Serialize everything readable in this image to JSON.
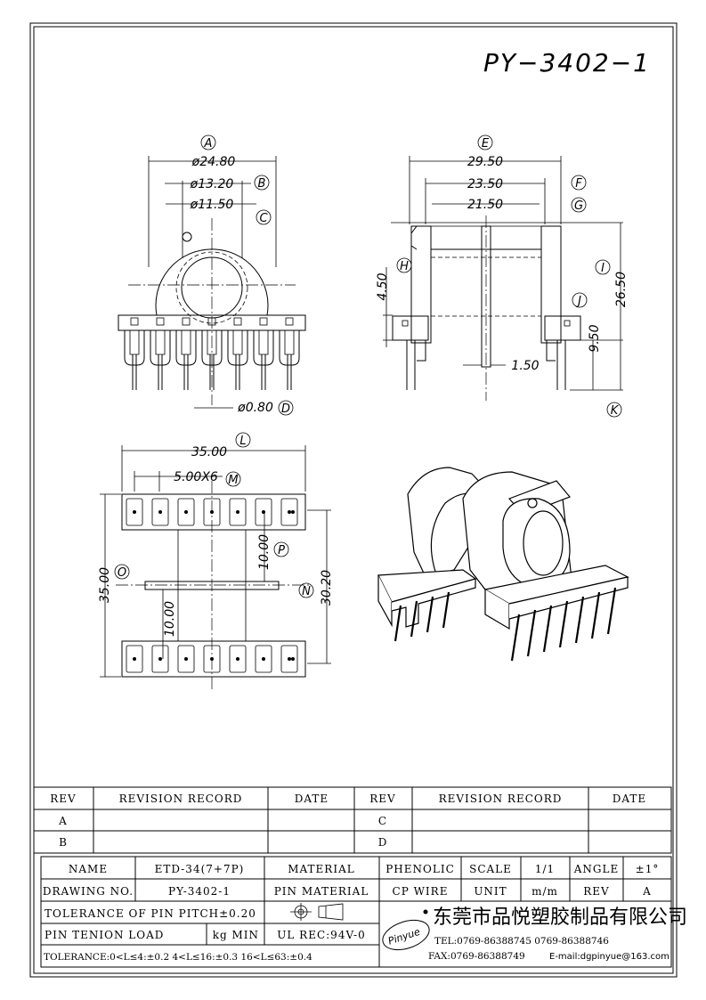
{
  "drawing": {
    "part_number": "PY−3402−1"
  },
  "dimensions": {
    "A": {
      "label": "A",
      "value": "ø24.80"
    },
    "B": {
      "label": "B",
      "value": "ø13.20"
    },
    "C": {
      "label": "C",
      "value": "ø11.50"
    },
    "D": {
      "label": "D",
      "value": "ø0.80"
    },
    "E": {
      "label": "E",
      "value": "29.50"
    },
    "F": {
      "label": "F",
      "value": "23.50"
    },
    "G": {
      "label": "G",
      "value": "21.50"
    },
    "H": {
      "label": "H",
      "value": "4.50"
    },
    "I": {
      "label": "I",
      "value": "26.50"
    },
    "J": {
      "label": "J",
      "value": "1.50"
    },
    "K": {
      "label": "K",
      "value": "9.50"
    },
    "L": {
      "label": "L",
      "value": "35.00"
    },
    "M": {
      "label": "M",
      "value": "5.00X6"
    },
    "N": {
      "label": "N",
      "value": "30.20"
    },
    "O": {
      "label": "O",
      "value": "35.00"
    },
    "P": {
      "label": "P",
      "value": "10.00"
    },
    "Q": {
      "value": "10.00"
    }
  },
  "revision_table": {
    "headers": [
      "REV",
      "REVISION RECORD",
      "DATE",
      "REV",
      "REVISION RECORD",
      "DATE"
    ],
    "rows": [
      [
        "A",
        "",
        "",
        "C",
        "",
        ""
      ],
      [
        "B",
        "",
        "",
        "D",
        "",
        ""
      ]
    ]
  },
  "title_block": {
    "name_label": "NAME",
    "name_value": "ETD-34(7+7P)",
    "material_label": "MATERIAL",
    "material_value": "PHENOLIC",
    "scale_label": "SCALE",
    "scale_value": "1/1",
    "angle_label": "ANGLE",
    "angle_value": "±1°",
    "drawing_no_label": "DRAWING NO.",
    "drawing_no_value": "PY-3402-1",
    "pin_material_label": "PIN MATERIAL",
    "pin_material_value": "CP WIRE",
    "unit_label": "UNIT",
    "unit_value": "m/m",
    "rev_label": "REV",
    "rev_value": "A",
    "tolerance_pitch": "TOLERANCE OF PIN PITCH±0.20",
    "pin_tension_label": "PIN TENION LOAD",
    "pin_tension_value": "kg MIN",
    "ul_rec": "UL REC:94V-0",
    "tolerance_ranges": "TOLERANCE:0<L≤4:±0.2   4<L≤16:±0.3   16<L≤63:±0.4"
  },
  "company": {
    "logo_text": "Pinyue",
    "name": "东莞市品悦塑胶制品有限公司",
    "tel": "TEL:0769-86388745    0769-86388746",
    "fax": "FAX:0769-86388749",
    "email": "E-mail:dgpinyue@163.com"
  }
}
